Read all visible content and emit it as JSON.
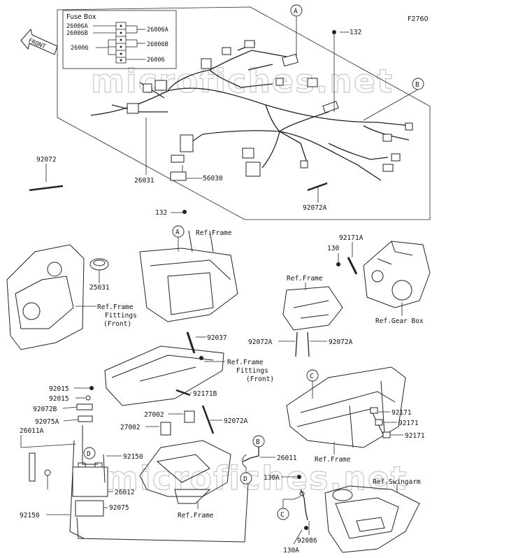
{
  "figure_code": "F2760",
  "front_label": "FRONT",
  "watermark": "microfiches.net",
  "fuse_box": {
    "title": "Fuse Box",
    "left_labels": [
      "26006A",
      "26006B",
      "26006"
    ],
    "right_labels": [
      "26006A",
      "26006B",
      "26006"
    ]
  },
  "callouts": {
    "A": "A",
    "B": "B",
    "C": "C",
    "D": "D"
  },
  "parts": {
    "p132_top": "132",
    "p132_mid": "132",
    "p92072": "92072",
    "p26031": "26031",
    "p56030": "56030",
    "p92072A_top": "92072A",
    "p25031": "25031",
    "p92171A": "92171A",
    "p130": "130",
    "p92072A_l": "92072A",
    "p92072A_r": "92072A",
    "p92037": "92037",
    "p92171B": "92171B",
    "p92015_a": "92015",
    "p92015_b": "92015",
    "p92072B": "92072B",
    "p92075A": "92075A",
    "p26011A": "26011A",
    "p27002_a": "27002",
    "p27002_b": "27002",
    "p92072A_lo": "92072A",
    "p92150_a": "92150",
    "p26012": "26012",
    "p92150_b": "92150",
    "p92075": "92075",
    "p26011": "26011",
    "p130A_a": "130A",
    "p92086": "92086",
    "p130A_b": "130A",
    "p92171_a": "92171",
    "p92171_b": "92171",
    "p92171_c": "92171"
  },
  "refs": {
    "frame_top": "Ref.Frame",
    "frame_fittings_l1": "Ref.Frame",
    "frame_fittings_l2": "Fittings",
    "frame_fittings_l3": "(Front)",
    "frame_fittings2_l1": "Ref.Frame",
    "frame_fittings2_l2": "Fittings",
    "frame_fittings2_l3": "(Front)",
    "frame_mid": "Ref.Frame",
    "gear_box": "Ref.Gear Box",
    "frame_lower_r": "Ref.Frame",
    "frame_bottom": "Ref.Frame",
    "swingarm": "Ref.Swingarm"
  }
}
